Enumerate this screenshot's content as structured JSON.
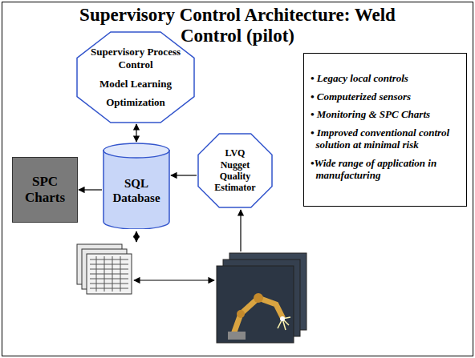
{
  "diagram": {
    "title": "Supervisory Control Architecture: Weld Control (pilot)",
    "nodes": [
      {
        "text": [
          "Supervisory Process Control",
          "Model Learning",
          "Optimization"
        ]
      },
      {
        "text": [
          "SPC Charts"
        ]
      },
      {
        "text": [
          "SQL Database"
        ]
      },
      {
        "text": [
          "LVQ Nugget Quality Estimator"
        ]
      },
      {
        "text": [
          "• Legacy local controls",
          "• Computerized sensors",
          "• Monitoring & SPC Charts",
          "• Improved conventional control solution at minimal risk",
          "•Wide range of application in manufacturing"
        ]
      }
    ],
    "edges": [
      {
        "from": 0,
        "to": 2,
        "arrow": "both"
      },
      {
        "from": 2,
        "to": 1,
        "arrow": "to"
      },
      {
        "from": 3,
        "to": 2,
        "arrow": "to"
      }
    ]
  }
}
